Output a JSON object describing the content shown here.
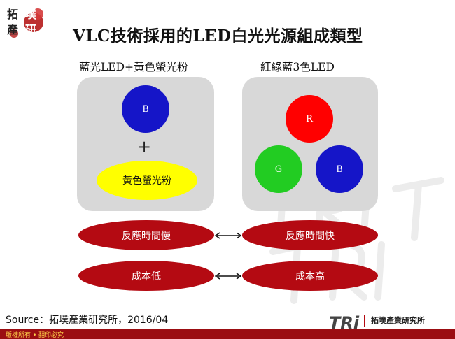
{
  "brand": {
    "logo_text": "拓墣產業研究",
    "tri_logo_text": "TRi",
    "tri_name": "拓墣產業研究所",
    "tri_subtitle": "TOPOLOGY RESEARCH INSTITUTE"
  },
  "title": "VLC技術採用的LED白光光源組成類型",
  "left": {
    "heading": "藍光LED+黃色螢光粉",
    "blue_label": "B",
    "plus": "+",
    "phosphor_label": "黃色螢光粉",
    "response": "反應時間慢",
    "cost": "成本低"
  },
  "right": {
    "heading": "紅綠藍3色LED",
    "red_label": "R",
    "green_label": "G",
    "blue_label": "B",
    "response": "反應時間快",
    "cost": "成本高"
  },
  "source": "Source：拓墣產業研究所，2016/04",
  "copyright": "版權所有 • 翻印必究",
  "colors": {
    "blue_led": "#1515c8",
    "red_led": "#ff0000",
    "green_led": "#22cc22",
    "phosphor": "#ffff00",
    "oval": "#b40a12",
    "panel": "#d8d8d8",
    "footer": "#9b0d12"
  }
}
